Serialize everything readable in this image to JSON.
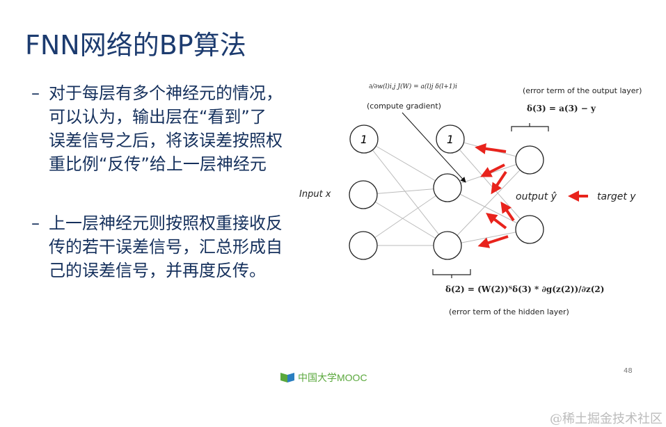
{
  "slide": {
    "title": "FNN网络的BP算法",
    "bullets": [
      {
        "dash": "–",
        "lines": [
          "对于每层有多个神经元的情况，",
          "可以认为，输出层在“看到”了",
          "误差信号之后，将该误差按照权",
          "重比例“反传”给上一层神经元"
        ]
      },
      {
        "dash": "–",
        "lines": [
          "上一层神经元则按照权重接收反",
          "传的若干误差信号，汇总形成自",
          "己的误差信号，并再度反传。"
        ]
      }
    ],
    "page_number": "48",
    "logo_text": "中国大学MOOC",
    "watermark": "@稀土掘金技术社区"
  },
  "diagram": {
    "gradient_formula": "∂/∂w(l)i,j J(W) = a(l)j δ(l+1)i",
    "compute_gradient": "(compute gradient)",
    "output_error_label": "(error term of the output layer)",
    "output_error_formula": "δ(3) = a(3) − y",
    "bias_label": "1",
    "input_label": "Input x",
    "output_label": "output ŷ",
    "target_label": "target y",
    "hidden_error_formula": "δ(2) = (W(2))ᵀδ(3) * ∂g(z(2))/∂z(2)",
    "hidden_error_label": "(error term of the hidden layer)",
    "arrow_color": "#e8231c"
  }
}
